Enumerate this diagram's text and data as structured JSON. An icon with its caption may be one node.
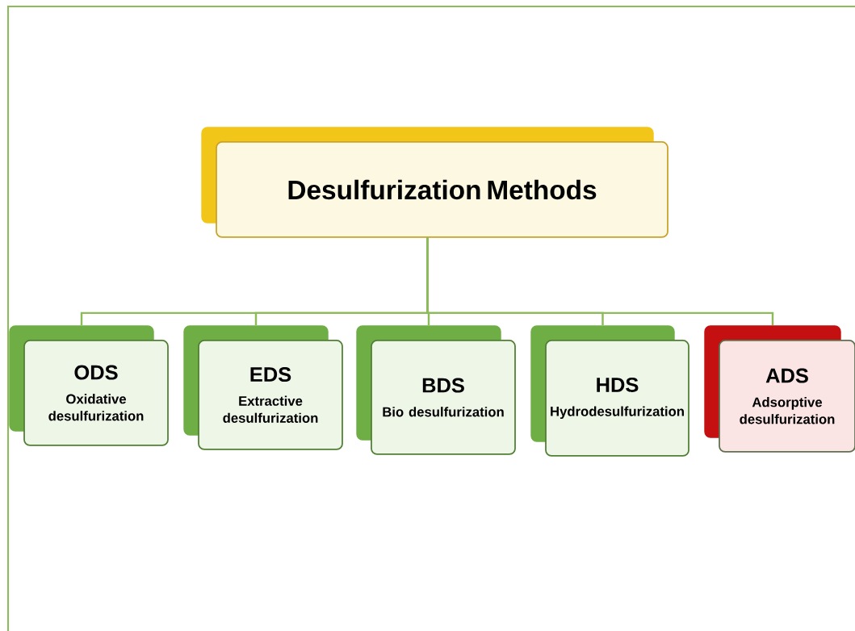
{
  "diagram": {
    "nodes": [
      {
        "text": [
          "Desulfurization Methods"
        ]
      },
      {
        "text": [
          "ODS",
          "Oxidative desulfurization"
        ]
      },
      {
        "text": [
          "EDS",
          "Extractive desulfurization"
        ]
      },
      {
        "text": [
          "BDS",
          "Bio desulfurization"
        ]
      },
      {
        "text": [
          "HDS",
          "Hydrodesulfurization"
        ]
      },
      {
        "text": [
          "ADS",
          "Adsorptive desulfurization"
        ]
      }
    ],
    "edges": [
      {
        "from": 0,
        "to": 1,
        "arrow": "none"
      },
      {
        "from": 0,
        "to": 2,
        "arrow": "none"
      },
      {
        "from": 0,
        "to": 3,
        "arrow": "none"
      },
      {
        "from": 0,
        "to": 4,
        "arrow": "none"
      },
      {
        "from": 0,
        "to": 5,
        "arrow": "none"
      }
    ]
  }
}
